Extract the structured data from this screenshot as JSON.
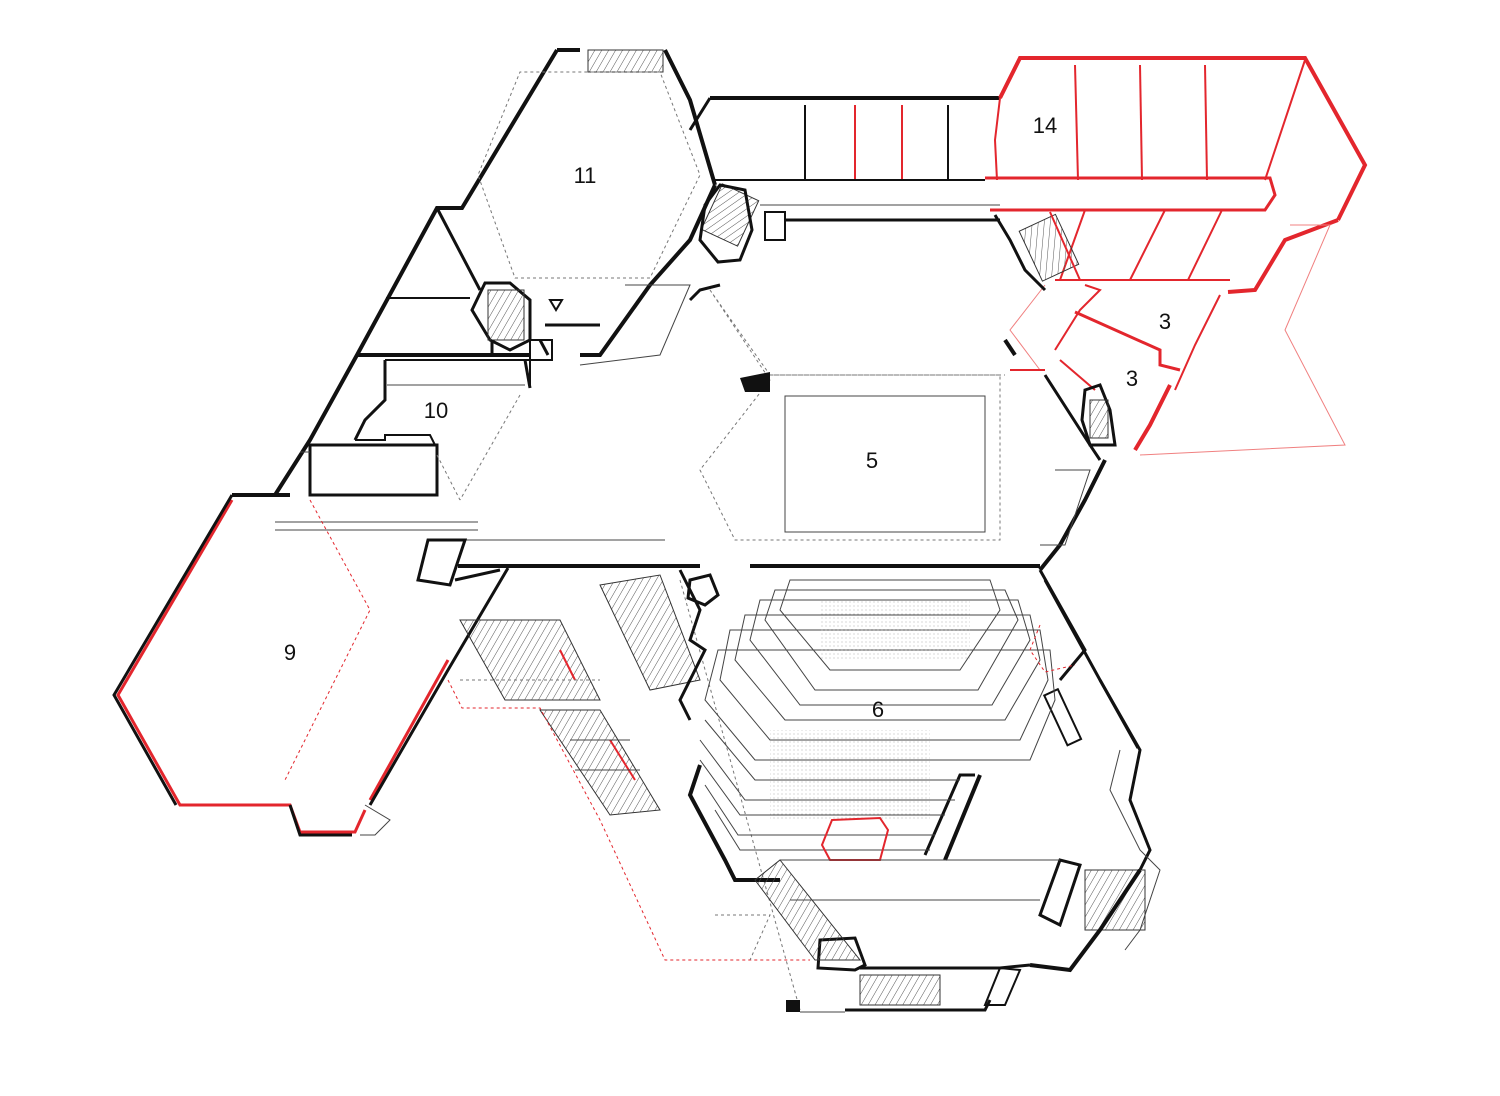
{
  "colors": {
    "background": "#ffffff",
    "wall": "#111111",
    "highlight": "#e3262d",
    "dashed": "#777777"
  },
  "rooms": [
    {
      "id": "room-14",
      "label": "14",
      "highlighted": true
    },
    {
      "id": "room-11",
      "label": "11",
      "highlighted": false
    },
    {
      "id": "room-10",
      "label": "10",
      "highlighted": false
    },
    {
      "id": "room-9",
      "label": "9",
      "highlighted": true
    },
    {
      "id": "room-5",
      "label": "5",
      "highlighted": false
    },
    {
      "id": "room-6",
      "label": "6",
      "highlighted": false
    },
    {
      "id": "room-3a",
      "label": "3",
      "highlighted": true
    },
    {
      "id": "room-3b",
      "label": "3",
      "highlighted": true
    }
  ]
}
